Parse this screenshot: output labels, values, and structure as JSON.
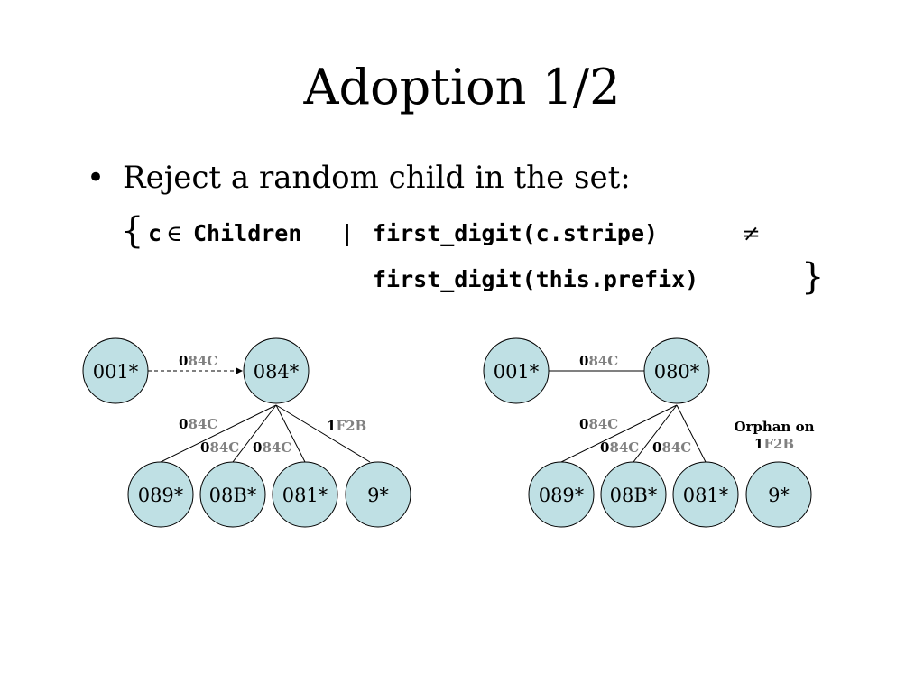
{
  "title": "Adoption 1/2",
  "bullet": {
    "marker": "•",
    "text": "Reject a random child in the set:"
  },
  "formula": {
    "open_brace": "{",
    "var": "c",
    "element_of": "∈",
    "set": "Children",
    "separator": "|",
    "lhs": "first_digit(c.stripe)",
    "not_equal": "≠",
    "rhs": "first_digit(this.prefix)",
    "close_brace": "}"
  },
  "diagram_left": {
    "nodes": {
      "source": "001*",
      "parent": "084*",
      "child1": "089*",
      "child2": "08B*",
      "child3": "081*",
      "child4": "9*"
    },
    "edge_labels": {
      "source_parent": {
        "first": "0",
        "rest": "84C"
      },
      "parent_child1": {
        "first": "0",
        "rest": "84C"
      },
      "parent_child2": {
        "first": "0",
        "rest": "84C"
      },
      "parent_child3": {
        "first": "0",
        "rest": "84C"
      },
      "parent_child4": {
        "first": "1",
        "rest": "F2B"
      }
    }
  },
  "diagram_right": {
    "nodes": {
      "source": "001*",
      "parent": "080*",
      "child1": "089*",
      "child2": "08B*",
      "child3": "081*",
      "child4": "9*"
    },
    "edge_labels": {
      "source_parent": {
        "first": "0",
        "rest": "84C"
      },
      "parent_child1": {
        "first": "0",
        "rest": "84C"
      },
      "parent_child2": {
        "first": "0",
        "rest": "84C"
      },
      "parent_child3": {
        "first": "0",
        "rest": "84C"
      }
    },
    "orphan_note": {
      "line1": "Orphan on",
      "first": "1",
      "rest": "F2B"
    }
  },
  "colors": {
    "node_fill": "#bfe0e4",
    "label_primary": "#000000",
    "label_secondary": "#808080"
  }
}
